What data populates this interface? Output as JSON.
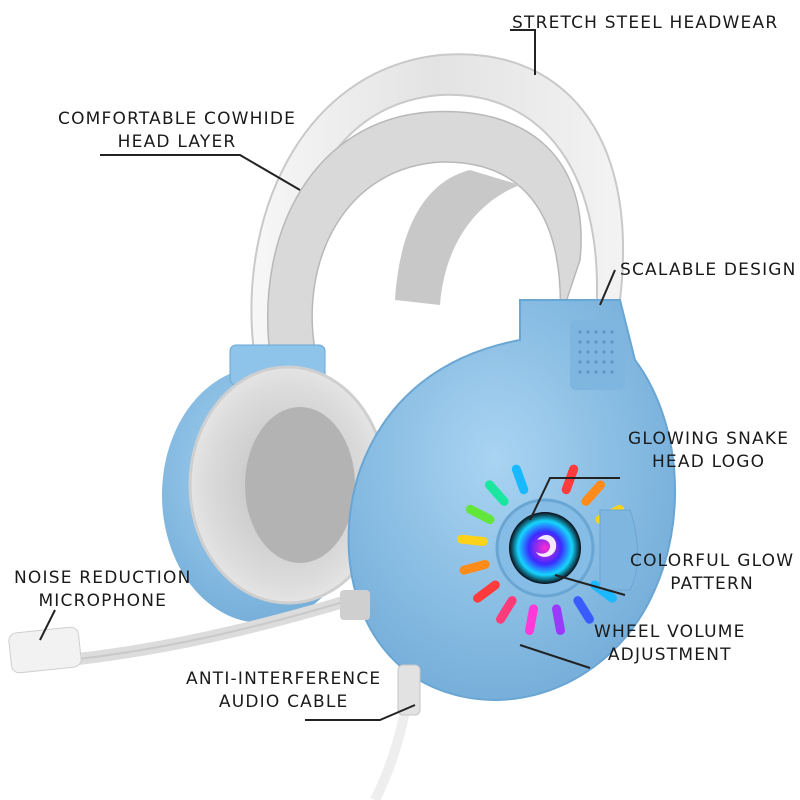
{
  "callouts": {
    "stretch_steel": [
      "STRETCH STEEL HEADWEAR"
    ],
    "cowhide": [
      "COMFORTABLE COWHIDE",
      "HEAD LAYER"
    ],
    "scalable": [
      "SCALABLE DESIGN"
    ],
    "snake_logo": [
      "GLOWING SNAKE",
      "HEAD LOGO"
    ],
    "glow_pattern": [
      "COLORFUL GLOW",
      "PATTERN"
    ],
    "volume_wheel": [
      "WHEEL VOLUME",
      "ADJUSTMENT"
    ],
    "noise_mic": [
      "NOISE REDUCTION",
      "MICROPHONE"
    ],
    "audio_cable": [
      "ANTI-INTERFERENCE",
      "AUDIO CABLE"
    ]
  },
  "colors": {
    "earcup_blue": "#8ec3ea",
    "earcup_blue_dark": "#6aa6d4",
    "headband_white": "#ececec",
    "headband_shadow": "#b9b9b9",
    "cushion_grey": "#d7d7d7",
    "leader_line": "#222222",
    "rgb_spokes": [
      "#ff3b3b",
      "#ff8c1a",
      "#ffd21a",
      "#63e63a",
      "#1ae6a0",
      "#1ab8ff",
      "#3a5cff",
      "#9b3aff",
      "#ff3ad9",
      "#ff3b7a"
    ]
  },
  "icons": [
    "headset-illustration",
    "snake-head-logo-icon",
    "rgb-glow-ring",
    "volume-wheel",
    "microphone-boom",
    "audio-cable"
  ]
}
